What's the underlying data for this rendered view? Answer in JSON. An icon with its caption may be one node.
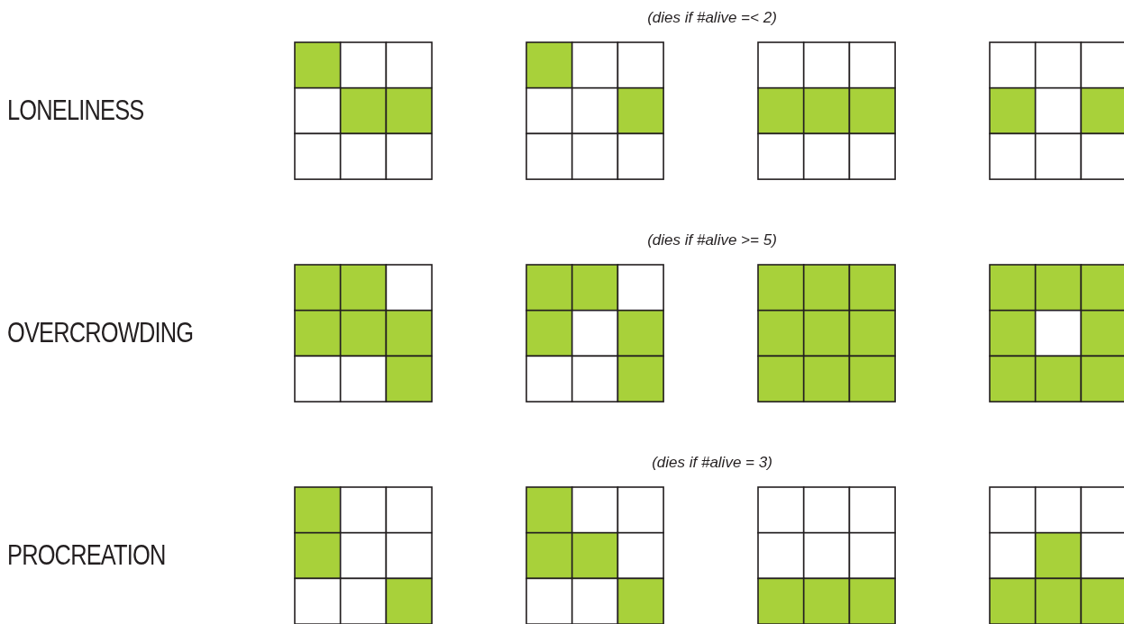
{
  "diagram": {
    "labels": [
      "(dies if #alive =< 2)",
      "LONELINESS",
      "(dies if #alive >= 5)",
      "OVERCROWDING",
      "(dies if #alive = 3)",
      "PROCREATION"
    ]
  }
}
